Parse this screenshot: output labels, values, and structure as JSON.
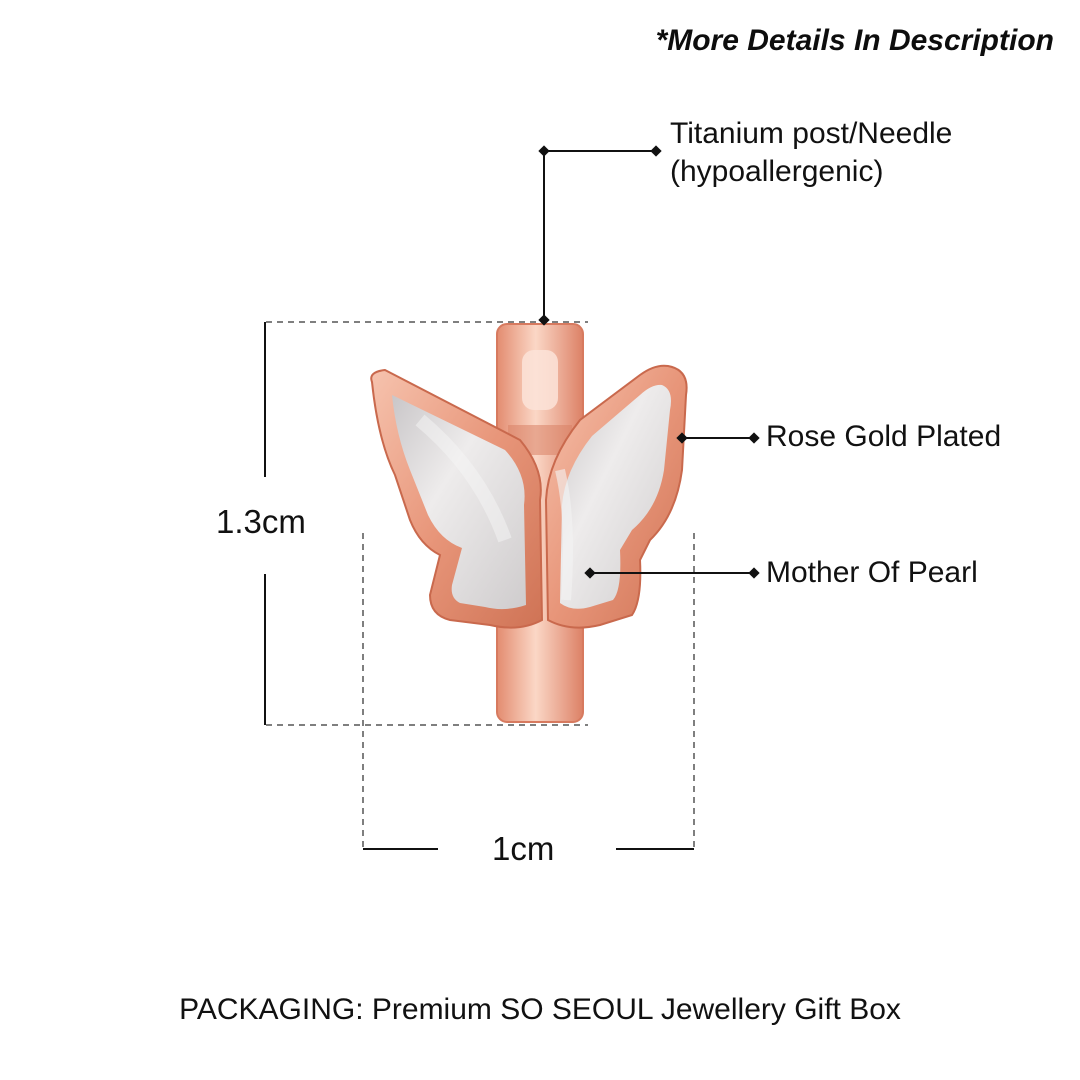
{
  "header": {
    "note": "*More Details In Description"
  },
  "callouts": {
    "post": "Titanium post/Needle (hypoallergenic)",
    "plating": "Rose Gold Plated",
    "inlay": "Mother Of Pearl"
  },
  "dimensions": {
    "height": "1.3cm",
    "width": "1cm"
  },
  "footer": {
    "packaging": "PACKAGING: Premium SO SEOUL Jewellery Gift Box"
  },
  "colors": {
    "rose_gold": "#e8967a",
    "rose_gold_dark": "#c9694d",
    "pearl": "#d9d7d8",
    "guide_line": "#555555",
    "leader_line": "#111111"
  }
}
